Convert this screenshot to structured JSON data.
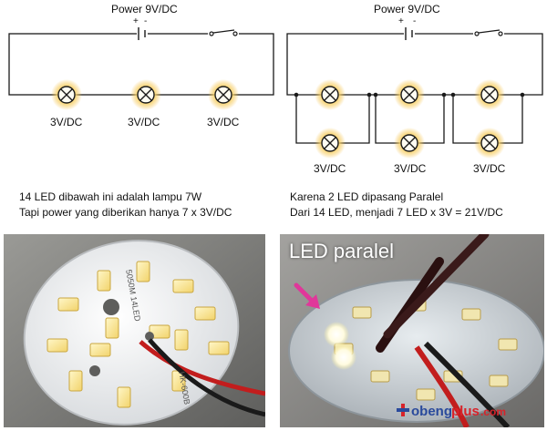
{
  "left_circuit": {
    "power_label": "Power 9V/DC",
    "polarity_plus": "+",
    "polarity_minus": "-",
    "led_labels": [
      "3V/DC",
      "3V/DC",
      "3V/DC"
    ]
  },
  "right_circuit": {
    "power_label": "Power 9V/DC",
    "polarity_plus": "+",
    "polarity_minus": "-",
    "led_labels": [
      "3V/DC",
      "3V/DC",
      "3V/DC"
    ]
  },
  "notes": {
    "left_line1": "14 LED dibawah ini adalah lampu 7W",
    "left_line2": "Tapi power yang diberikan hanya 7 x 3V/DC",
    "right_line1": "Karena 2 LED dipasang Paralel",
    "right_line2": "Dari 14 LED, menjadi 7 LED x 3V  = 21V/DC"
  },
  "photos": {
    "left_pcb_marking1": "5050M 14LED",
    "left_pcb_marking2": "HK-600B",
    "right_label": "LED paralel",
    "watermark_prefix": "obeng",
    "watermark_main": "plus",
    "watermark_suffix": ".com"
  },
  "colors": {
    "wire": "#1a1a1a",
    "lamp_glow": "#f4c04a",
    "arrow": "#e0379a",
    "watermark_blue": "#2a4a9c",
    "watermark_red": "#d8232a"
  }
}
